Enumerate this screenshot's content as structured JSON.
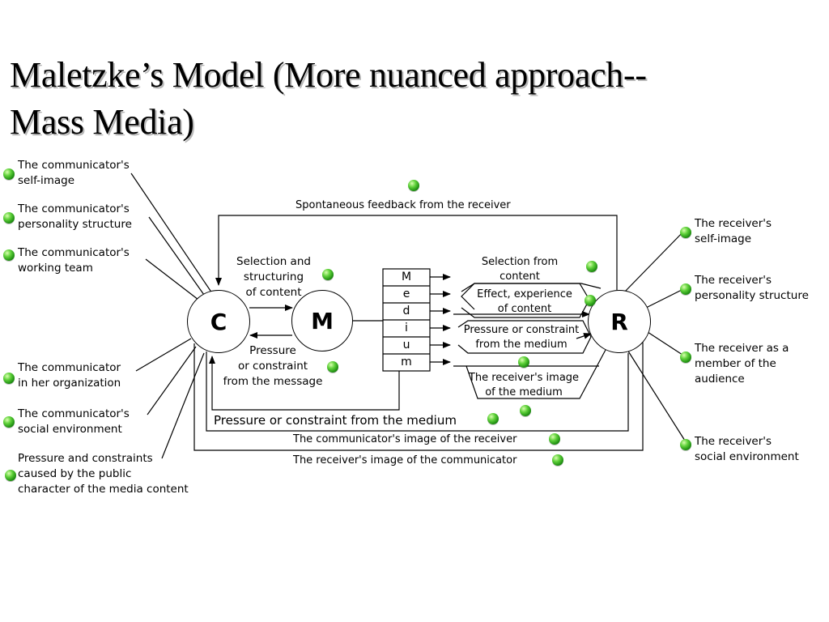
{
  "title": {
    "line1": "Maletzke’s Model (More nuanced approach--",
    "line2": "Mass Media)"
  },
  "nodes": {
    "communicator": "C",
    "message": "M",
    "receiver": "R"
  },
  "medium_letters": [
    "M",
    "e",
    "d",
    "i",
    "u",
    "m"
  ],
  "left_labels": {
    "self_image": [
      "The communicator's",
      "self-image"
    ],
    "personality": [
      "The communicator's",
      "personality structure"
    ],
    "working_team": [
      "The communicator's",
      "working team"
    ],
    "organization": [
      "The communicator",
      "in her organization"
    ],
    "social_env": [
      "The communicator's",
      "social environment"
    ],
    "public_pressure": [
      "Pressure and constraints",
      "caused by the public",
      "character of the media content"
    ]
  },
  "right_labels": {
    "self_image": [
      "The receiver's",
      "self-image"
    ],
    "personality": [
      "The receiver's",
      "personality structure"
    ],
    "audience_member": [
      "The receiver as a",
      "member of the",
      "audience"
    ],
    "social_env": [
      "The receiver's",
      "social environment"
    ]
  },
  "center_labels": {
    "feedback": "Spontaneous feedback from the receiver",
    "selection_structuring": [
      "Selection and",
      "structuring",
      "of content"
    ],
    "pressure_message": [
      "Pressure",
      "or constraint",
      "from the message"
    ],
    "selection_content": [
      "Selection from",
      "content"
    ],
    "effect_experience": [
      "Effect, experience",
      "of content"
    ],
    "pressure_medium": [
      "Pressure or constraint",
      "from the medium"
    ],
    "receiver_image_medium": [
      "The receiver's image",
      "of the medium"
    ],
    "pressure_from_medium_bottom": "Pressure or constraint from the medium",
    "communicator_image_receiver": "The communicator's image of the receiver",
    "receiver_image_communicator": "The receiver's image of the communicator"
  },
  "colors": {
    "bullet": "#2fa81e",
    "line": "#000000",
    "title_shadow": "#b8b8b8"
  }
}
